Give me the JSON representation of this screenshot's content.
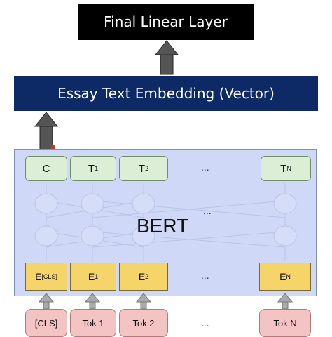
{
  "final_layer": {
    "label": "Final Linear Layer"
  },
  "embedding": {
    "label": "Essay Text Embedding (Vector)"
  },
  "bert": {
    "label": "BERT",
    "outputs": [
      {
        "main": "C",
        "sub": ""
      },
      {
        "main": "T",
        "sub": "1"
      },
      {
        "main": "T",
        "sub": "2"
      },
      {
        "main": "T",
        "sub": "N"
      }
    ],
    "embeddings": [
      {
        "main": "E",
        "sub": "[CLS]"
      },
      {
        "main": "E",
        "sub": "1"
      },
      {
        "main": "E",
        "sub": "2"
      },
      {
        "main": "E",
        "sub": "N"
      }
    ],
    "ellipsis": "..."
  },
  "tokens": [
    "[CLS]",
    "Tok 1",
    "Tok 2",
    "Tok N"
  ],
  "colors": {
    "final_layer_bg": "#000000",
    "embedding_bg": "#0d2a66",
    "bert_panel_bg": "#cfd9f7",
    "output_node_bg": "#dcefd6",
    "embedding_node_bg": "#f5d46a",
    "token_node_bg": "#f4c4c4",
    "arrow_fill": "#555555"
  }
}
